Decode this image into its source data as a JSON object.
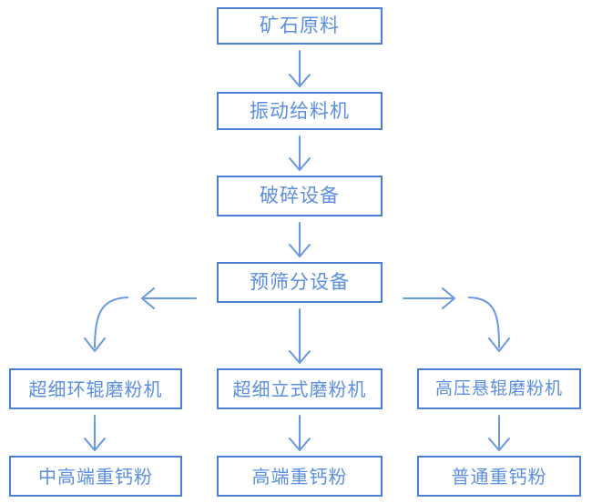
{
  "diagram": {
    "title": "",
    "type": "flowchart",
    "orientation": "top-to-bottom",
    "colors": {
      "box_border": "#4a7fd4",
      "box_fill": "#ffffff",
      "text": "#5b8ee0",
      "arrow": "#6a97e2",
      "background": "#ffffff"
    },
    "nodes": {
      "ore": "矿石原料",
      "feeder": "振动给料机",
      "crusher": "破碎设备",
      "pre_screen": "预筛分设备",
      "mill_left": "超细环辊磨粉机",
      "mill_center": "超细立式磨粉机",
      "mill_right": "高压悬辊磨粉机",
      "product_left": "中高端重钙粉",
      "product_center": "高端重钙粉",
      "product_right": "普通重钙粉"
    },
    "edges": [
      {
        "from": "ore",
        "to": "feeder",
        "style": "straight-down-arrow"
      },
      {
        "from": "feeder",
        "to": "crusher",
        "style": "straight-down-arrow"
      },
      {
        "from": "crusher",
        "to": "pre_screen",
        "style": "straight-down-arrow"
      },
      {
        "from": "pre_screen",
        "to": "mill_center",
        "style": "straight-down-arrow"
      },
      {
        "from": "pre_screen",
        "to": "mill_left",
        "style": "left-then-curve-down-arrow"
      },
      {
        "from": "pre_screen",
        "to": "mill_right",
        "style": "right-then-curve-down-arrow"
      },
      {
        "from": "mill_left",
        "to": "product_left",
        "style": "straight-down-arrow"
      },
      {
        "from": "mill_center",
        "to": "product_center",
        "style": "straight-down-arrow"
      },
      {
        "from": "mill_right",
        "to": "product_right",
        "style": "straight-down-arrow"
      }
    ]
  }
}
